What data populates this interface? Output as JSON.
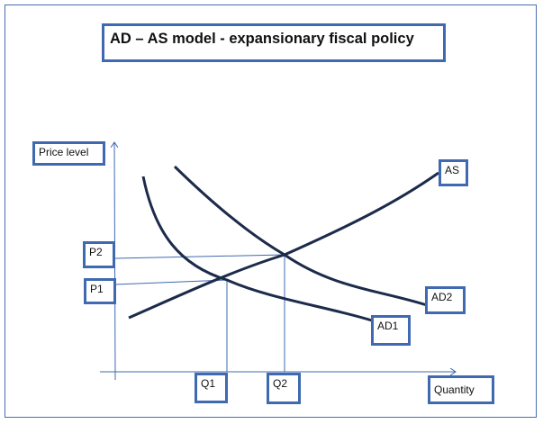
{
  "title": "AD – AS model - expansionary fiscal policy",
  "axes": {
    "y_label": "Price level",
    "x_label": "Quantity"
  },
  "curves": {
    "as": "AS",
    "ad1": "AD1",
    "ad2": "AD2"
  },
  "prices": {
    "p1": "P1",
    "p2": "P2"
  },
  "quantities": {
    "q1": "Q1",
    "q2": "Q2"
  },
  "colors": {
    "curve": "#1c2b4a",
    "axis": "#3f69b0",
    "box_border": "#3f69b0"
  }
}
